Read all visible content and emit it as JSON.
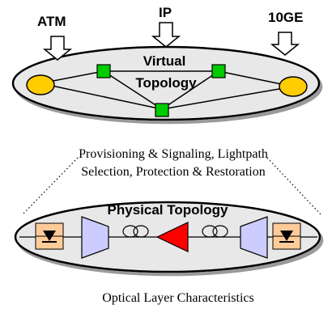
{
  "inputs": {
    "atm": "ATM",
    "ip": "IP",
    "tenge": "10GE"
  },
  "virtual_layer": {
    "label_line1": "Virtual",
    "label_line2": "Topology"
  },
  "control_text": {
    "line1": "Provisioning & Signaling, Lightpath",
    "line2": "Selection, Protection & Restoration"
  },
  "physical_layer": {
    "label": "Physical Topology"
  },
  "caption": "Optical Layer Characteristics",
  "colors": {
    "router_node": "#ffcc00",
    "switch_node": "#00cc00",
    "layer_fill": "#e8e8e8",
    "photodetector_box": "#ffcc99",
    "mux_demux": "#ccccff",
    "amplifier": "#ff0000",
    "arrow_fill": "#ffffff"
  },
  "icons": {
    "input_arrow": "down-arrow-icon",
    "photodetector": "photodiode-icon",
    "fiber_spool": "fiber-coil-icon",
    "amplifier": "optical-amplifier-icon",
    "multiplexer": "wdm-mux-icon"
  }
}
